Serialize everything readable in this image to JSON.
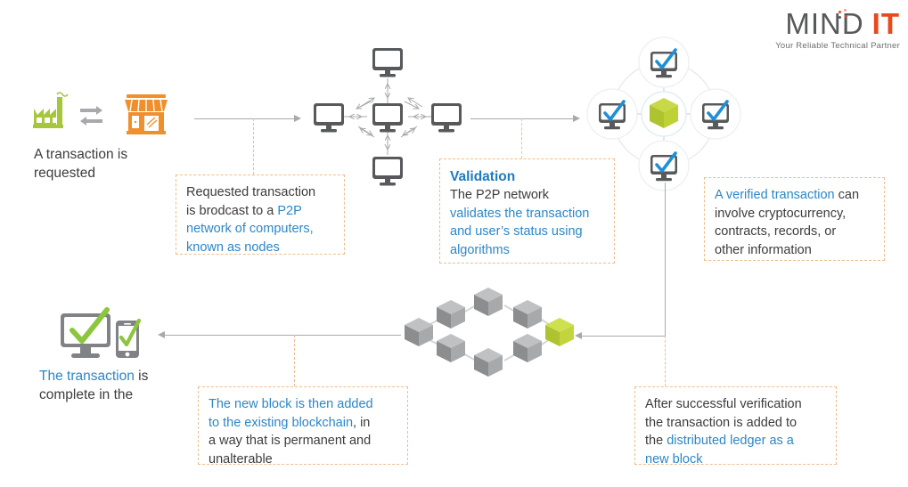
{
  "logo": {
    "brand_part1": "MIND",
    "brand_part2": "IT",
    "tagline": "Your Reliable Technical Partner",
    "color_dark": "#58595b",
    "color_accent": "#e8491d"
  },
  "palette": {
    "green": "#a6c63c",
    "green_light": "#c8d948",
    "green_dark": "#96b52c",
    "orange": "#f0902c",
    "blue_text": "#2b87c8",
    "blue_check": "#1f8fd6",
    "gray_icon": "#58595b",
    "gray_line": "#a7a9ac",
    "dash_border": "#f0bd8e",
    "body_text": "#3c3c3c"
  },
  "steps": {
    "step1_caption": {
      "line1": "A transaction is",
      "line2": "requested"
    },
    "step2_callout": {
      "plain1": "Requested transaction",
      "plain2": "is brodcast to a ",
      "blue1": "P2P",
      "blue2": "network of computers,",
      "blue3": "known as nodes"
    },
    "step3_callout": {
      "title": "Validation",
      "plain1": "The P2P network",
      "blue1": "validates the transaction",
      "blue2": "and user’s status using",
      "blue3": "algorithms"
    },
    "step4_callout": {
      "blue1": "A verified transaction",
      "plain1": " can",
      "plain2": "involve cryptocurrency,",
      "plain3": "contracts, records, or",
      "plain4": "other information"
    },
    "step5_callout": {
      "plain1": "After successful verification",
      "plain2": "the transaction is added to",
      "plain3": "the ",
      "blue1": "distributed ledger as a",
      "blue2": "new block"
    },
    "step6_callout": {
      "blue1": "The new block is then added",
      "blue2": "to the existing blockchain",
      "plain1": ", in",
      "plain2": "a way that is permanent and",
      "plain3": "unalterable"
    },
    "step7_caption": {
      "blue1": "The transaction",
      "plain1": " is",
      "plain2": "complete in the"
    }
  },
  "icons": {
    "factory": "factory-icon",
    "shop": "shop-icon",
    "exchange_arrows": "exchange-arrows-icon",
    "monitor": "monitor-icon",
    "monitor_check": "monitor-check-icon",
    "cube": "cube-icon",
    "cube_new": "new-block-cube-icon",
    "phone_check": "phone-check-icon",
    "desktop_check": "desktop-check-icon"
  },
  "network": {
    "p2p_node_count": 5,
    "validation_node_count": 4,
    "chain_block_count": 8,
    "new_block_count": 1
  }
}
